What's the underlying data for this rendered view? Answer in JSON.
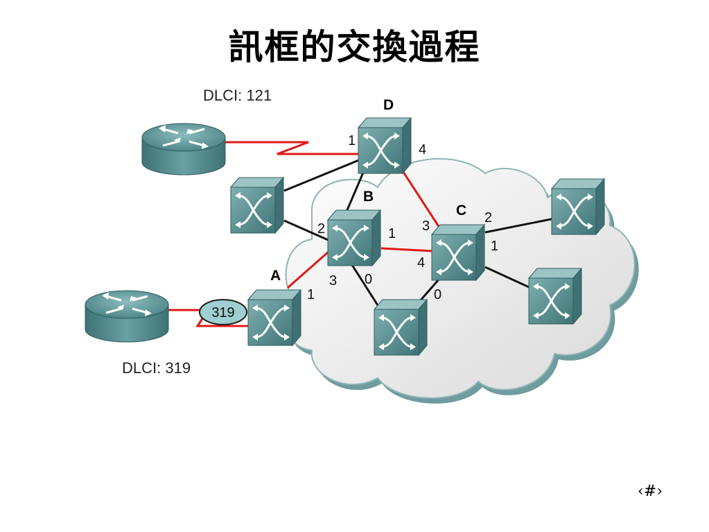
{
  "slide": {
    "title": "訊框的交換過程",
    "page_number": "‹#›"
  },
  "diagram": {
    "dlci_top": "DLCI: 121",
    "dlci_bottom": "DLCI: 319",
    "oval_label": "319",
    "nodes": {
      "A": "A",
      "B": "B",
      "C": "C",
      "D": "D"
    },
    "ports": {
      "d_left": "1",
      "d_right": "4",
      "b_left": "2",
      "b_right": "1",
      "b_bottom_left": "3",
      "b_bottom_right": "0",
      "c_left_top": "3",
      "c_left_bottom": "4",
      "c_right_top": "2",
      "c_right_bottom": "1",
      "c_bottom": "0",
      "a_right": "1"
    },
    "colors": {
      "switch_body": "#5f9495",
      "router_body": "#4e8a8c",
      "active_link": "#e01818",
      "inactive_link": "#111111",
      "cloud_edge": "#6f9c9e",
      "cloud_fill": "#ececec"
    }
  }
}
